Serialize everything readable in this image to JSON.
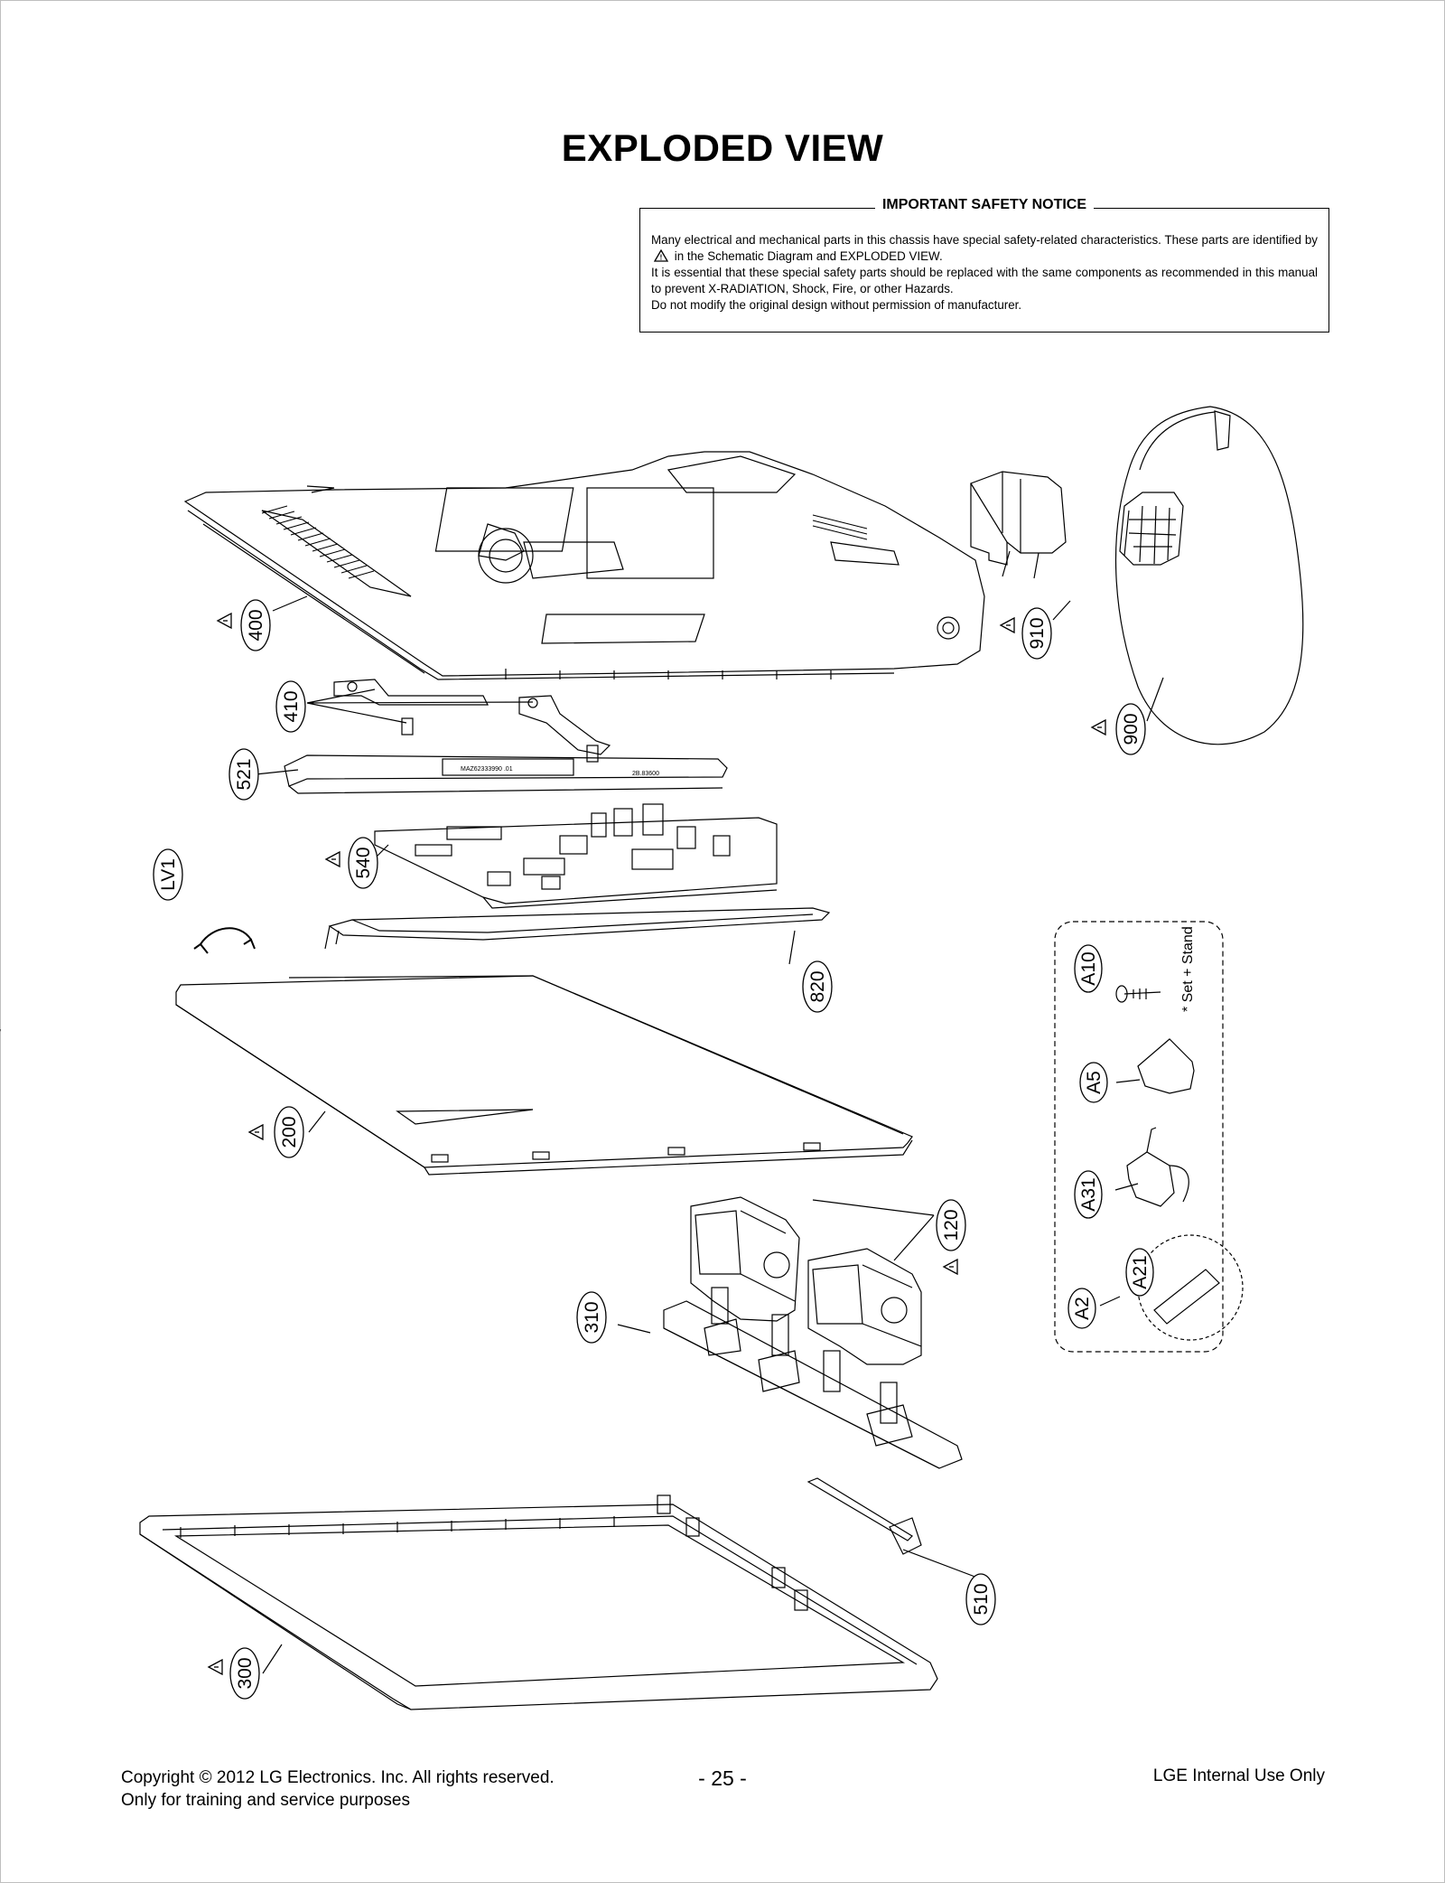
{
  "page": {
    "title": "EXPLODED VIEW"
  },
  "notice": {
    "heading": "IMPORTANT SAFETY NOTICE",
    "line1a": "Many electrical and mechanical parts in this chassis have special safety-related characteristics. These parts are identified by",
    "line1b": "in the Schematic Diagram and EXPLODED VIEW.",
    "line2": "It is essential that these special safety parts should be replaced with the same components as recommended in this manual to prevent X-RADIATION, Shock, Fire, or other Hazards.",
    "line3": "Do not modify the original design without permission of manufacturer."
  },
  "parts": [
    {
      "number": "400",
      "warning": true
    },
    {
      "number": "910",
      "warning": true
    },
    {
      "number": "900",
      "warning": true
    },
    {
      "number": "410",
      "warning": false
    },
    {
      "number": "521",
      "warning": false
    },
    {
      "number": "540",
      "warning": true
    },
    {
      "number": "LV1",
      "warning": false
    },
    {
      "number": "820",
      "warning": false
    },
    {
      "number": "200",
      "warning": true
    },
    {
      "number": "120",
      "warning": true
    },
    {
      "number": "310",
      "warning": false
    },
    {
      "number": "510",
      "warning": false
    },
    {
      "number": "300",
      "warning": true
    }
  ],
  "accessories": {
    "note": "* Set + Stand",
    "items": [
      "A10",
      "A5",
      "A31",
      "A2",
      "A21"
    ]
  },
  "footer": {
    "copyright": "Copyright  © 2012  LG Electronics. Inc. All rights reserved.",
    "purpose": "Only for training and service purposes",
    "page_number": "- 25 -",
    "internal": "LGE Internal Use Only"
  }
}
